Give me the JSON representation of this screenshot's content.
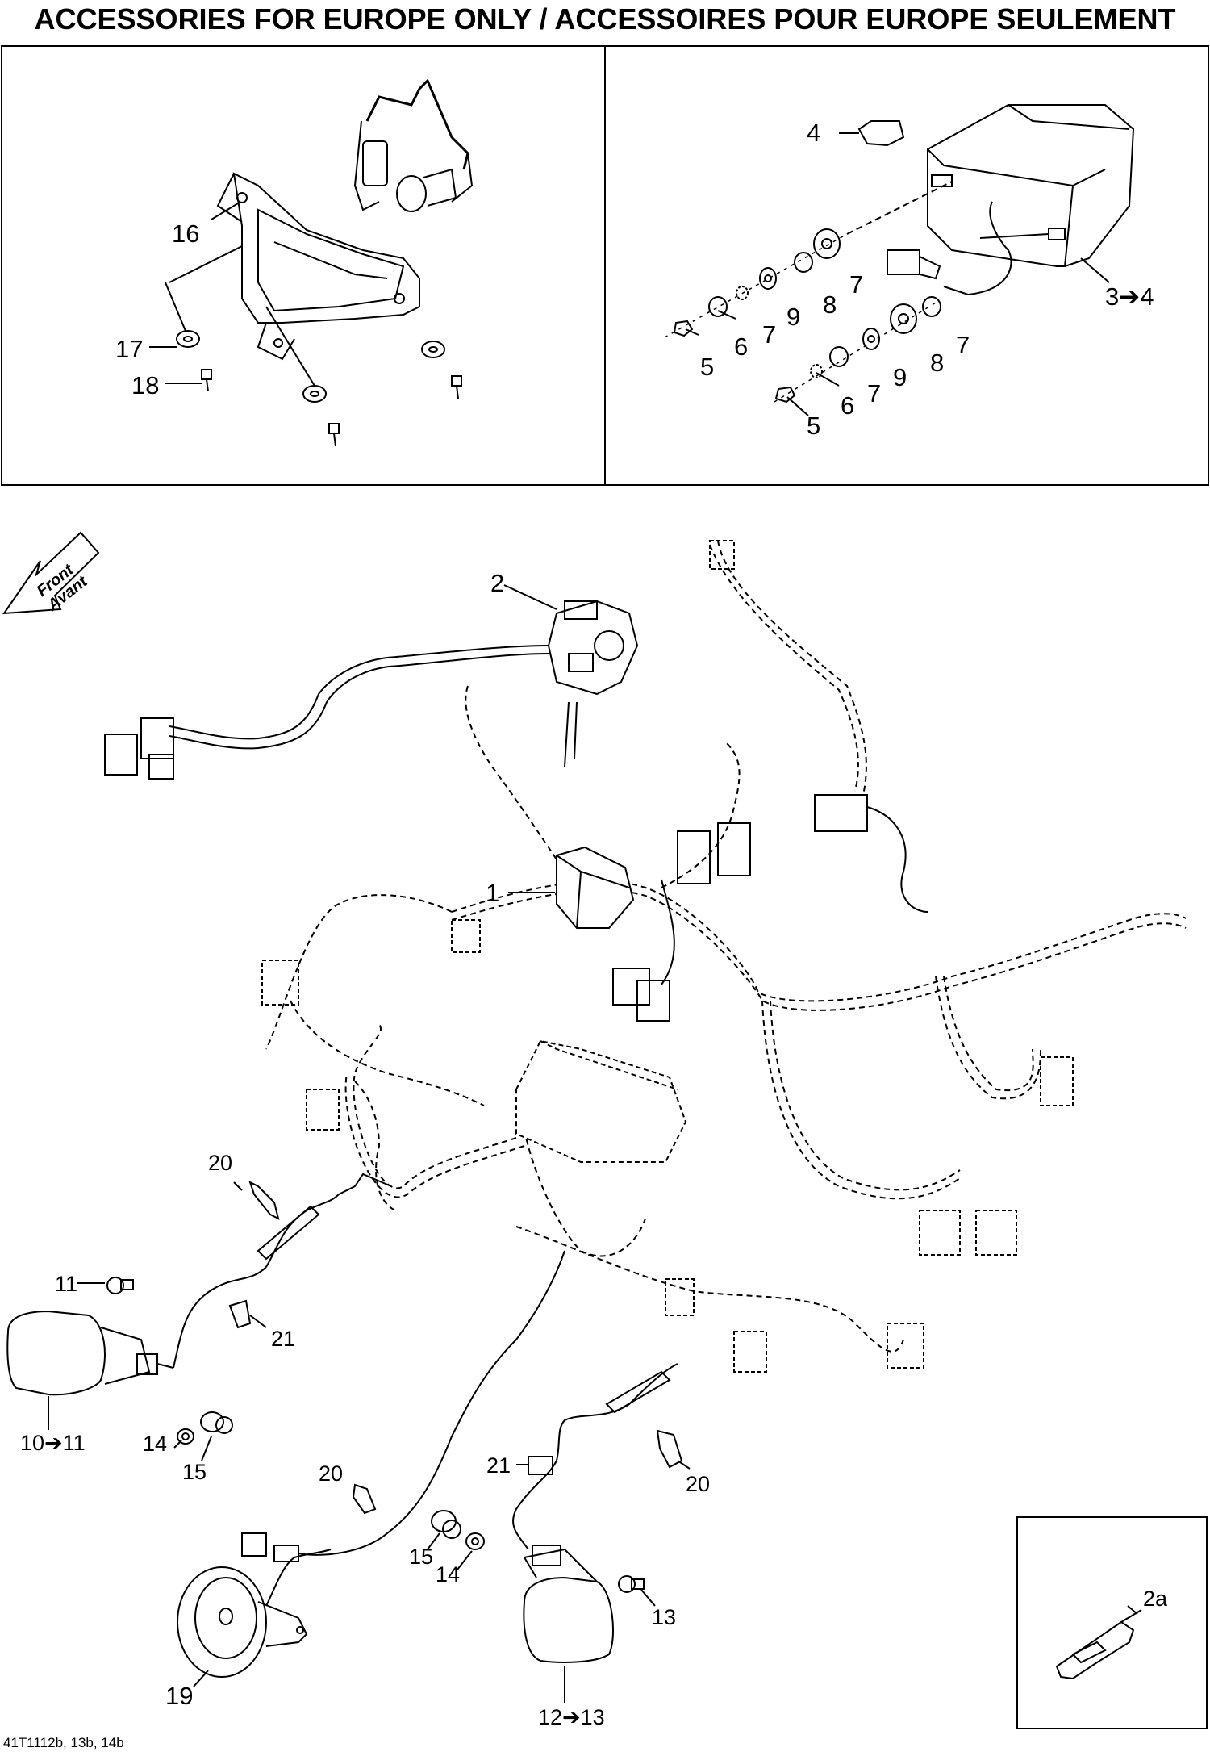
{
  "title": "ACCESSORIES FOR EUROPE ONLY / ACCESSOIRES POUR EUROPE SEULEMENT",
  "front_arrow": {
    "line1": "Front",
    "line2": "Avant"
  },
  "callouts": {
    "p1": "1",
    "p2": "2",
    "p2a": "2a",
    "p3_4": "3➔4",
    "p4": "4",
    "p5a": "5",
    "p5b": "5",
    "p6a": "6",
    "p6b": "6",
    "p7a": "7",
    "p7b": "7",
    "p7c": "7",
    "p7d": "7",
    "p8a": "8",
    "p8b": "8",
    "p9a": "9",
    "p9b": "9",
    "p10_11": "10➔11",
    "p11": "11",
    "p12_13": "12➔13",
    "p13": "13",
    "p14a": "14",
    "p14b": "14",
    "p15a": "15",
    "p15b": "15",
    "p16": "16",
    "p17": "17",
    "p18": "18",
    "p19": "19",
    "p20a": "20",
    "p20b": "20",
    "p20c": "20",
    "p21a": "21",
    "p21b": "21"
  },
  "footer": "41T1112b, 13b, 14b"
}
